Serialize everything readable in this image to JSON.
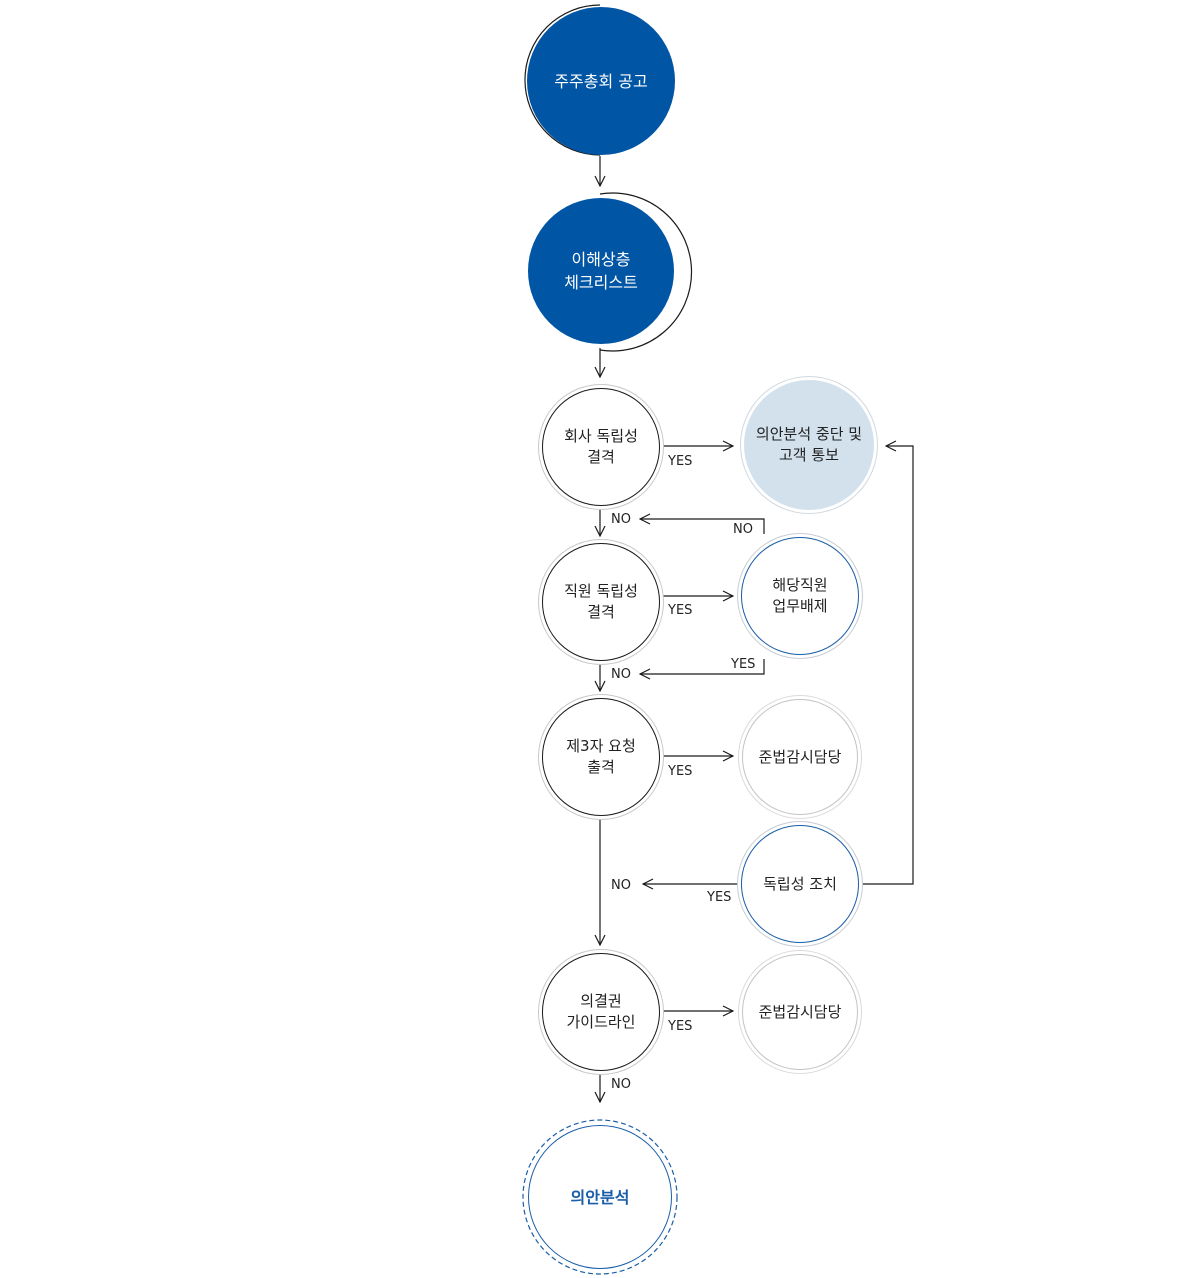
{
  "nodes": {
    "agm_notice": "주주총회 공고",
    "conflict_checklist": "이해상층\n체크리스트",
    "company_independence": "회사 독립성\n결격",
    "stop_analysis": "의안분석 중단 및\n고객 통보",
    "employee_independence": "직원 독립성\n결격",
    "employee_exclusion": "해당직원\n업무배제",
    "third_party_request": "제3자 요청\n출격",
    "compliance_officer_1": "준법감시담당",
    "independence_measure": "독립성 조치",
    "voting_guideline": "의결권\n가이드라인",
    "compliance_officer_2": "준법감시담당",
    "agenda_analysis": "의안분석"
  },
  "edge_labels": {
    "q1_yes": "YES",
    "q1_no": "NO",
    "loop_no": "NO",
    "q2_yes": "YES",
    "q2_no": "NO",
    "loop_yes": "YES",
    "q3_yes": "YES",
    "q3_no": "NO",
    "measure_yes": "YES",
    "q4_yes": "YES",
    "q4_no": "NO"
  },
  "colors": {
    "primary_blue": "#0055a5",
    "outline_blue": "#1a5ea8",
    "stop_fill": "#d2e1ec",
    "line": "#1a1a1a"
  }
}
